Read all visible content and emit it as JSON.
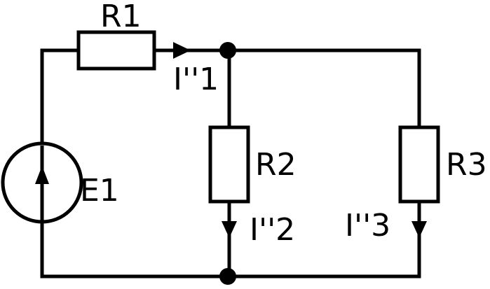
{
  "labels": {
    "r1": "R1",
    "r2": "R2",
    "r3": "R3",
    "e1": "E1",
    "i1": "I''1",
    "i2": "I''2",
    "i3": "I''3"
  },
  "colors": {
    "stroke": "#000000",
    "background": "#ffffff"
  },
  "icons": {
    "source": "voltage-source-icon",
    "arrow": "current-arrow-icon",
    "node": "junction-node-icon"
  }
}
